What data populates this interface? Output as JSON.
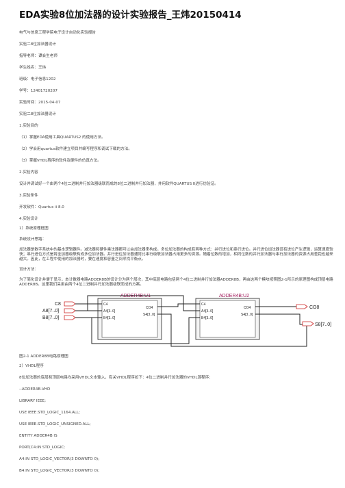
{
  "document": {
    "title": "EDA实验8位加法器的设计实验报告_王炜20150414",
    "lines": [
      "电气与信息工程学院电子设计自动化实验报告",
      "实验二8位加法器设计",
      "指导老师：谭会生老师",
      "学生姓名：王炜",
      "班级：电子信息1202",
      "学号：12401720207",
      "实验时间：2015-04-07",
      "实验二8位加法器设计",
      "1.实验目的",
      "（1）掌握EDA使用工具QUARTUS2 的使用方法。",
      "（2）学会用quartus软件建立项目并编写程序和调试下载的方法。",
      "（3）掌握VHDL程序的软件及硬件的仿真方法。",
      "2.实验内容",
      "设计并调试好一个由两个4位二进制并行加法器级联而成的8位二进制并行加法器，并用软件QUARTUS II进行仿验证。",
      "3.实验条件",
      "开发软件：Quartus ii 8.0",
      "4.实验设计",
      "1）系统原理框图",
      "系统设计思路："
    ],
    "para1": "加法器是数字系统中的基本逻辑器件。减法器和硬件乘法器都可以由加法器来构成。多位加法器的构成有两种方式：并行进位和串行进位。并行进位加法器设有进位产生逻辑，运算速度较快；串行进位方式是将全加器级联构成多位加法器。并行进位加法器通常比串行级联加法器占用更多的资源。随着位数的增加，相同位数的并行加法器与串行加法器的资源占用差距也越来越大。因此，在工程中使用的加法器时，要在速度和容量之间寻找平衡点。",
    "line_design": "设计方法：",
    "para2": "为了简化设计并便于显示，本计数器电路ADDER8B的设计分为两个层次，其中底层电路包括两个4位二进制并行加法器ADDER8B，再由这两个模块按照图2-1所示的原理图构成顶层电路ADDER8B。这里我们采用由两个4位二进制并行加法器级联而成的方案。",
    "caption": "图2-1 ADDER8B电路原理图",
    "after": [
      "2）VHDL程序",
      "8位加法器的底层和顶层电路均采用VHDL文本输入，有关VHDL程序如下：4位二进制并行加法器的VHDL源程序：",
      "--ADDER4B.VHD",
      "LIBRARY IEEE;",
      "USE IEEE.STD_LOGIC_1164.ALL;",
      "USE IEEE.STD_LOGIC_UNSIGNED.ALL;",
      "ENTITY ADDER4B IS",
      "PORT(C4:IN STD_LOGIC;",
      "A4:IN STD_LOGIC_VECTOR(3 DOWNTO 0);",
      "B4:IN STD_LOGIC_VECTOR(3 DOWNTO 0);"
    ]
  },
  "diagram": {
    "u1_title": "ADDER4B:U1",
    "u2_title": "ADDER4B:U2",
    "u1_ports_left": [
      "C4",
      "A4[3..0]",
      "B4[3..0]"
    ],
    "u1_ports_right": [
      "CO4",
      "S4[3..0]"
    ],
    "u2_ports_left": [
      "C4",
      "A4[3..0]",
      "B4[3..0]"
    ],
    "u2_ports_right": [
      "CO4",
      "S4[3..0]"
    ],
    "in_c8": "C8",
    "in_a8": "A8[7..0]",
    "in_b8": "B8[7..0]",
    "out_co8": "CO8",
    "out_s8": "S8[7..0]",
    "colors": {
      "block_title": "#a0195a",
      "block_fill": "#f4f4f4",
      "wire": "#222222",
      "port": "#cc2222"
    }
  }
}
